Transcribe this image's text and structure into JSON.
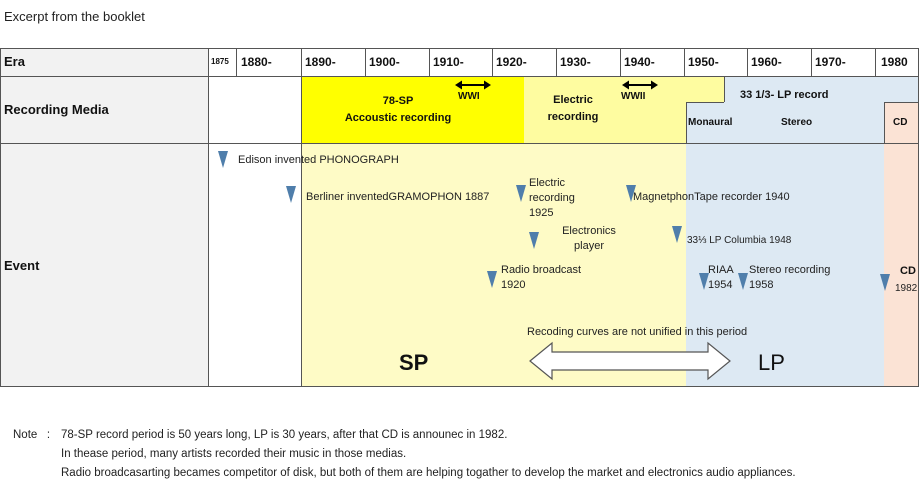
{
  "caption": "Excerpt from the booklet",
  "rows": {
    "era": "Era",
    "media": "Recording Media",
    "event": "Event"
  },
  "eras": [
    "1875",
    "1880-",
    "1890-",
    "1900-",
    "1910-",
    "1920-",
    "1930-",
    "1940-",
    "1950-",
    "1960-",
    "1970-",
    "1980"
  ],
  "media": {
    "sp78": "78-SP\nAccoustic recording",
    "electric": "Electric\nrecording",
    "lp": "33 1/3- LP record",
    "monaural": "Monaural",
    "stereo": "Stereo",
    "cd": "CD",
    "wwi": "WWI",
    "wwii": "WWII"
  },
  "events": [
    {
      "id": "edison",
      "text": "Edison invented PHONOGRAPH"
    },
    {
      "id": "berliner",
      "text": "Berliner inventedGRAMOPHON 1887"
    },
    {
      "id": "electric",
      "text": "Electric\nrecording\n1925"
    },
    {
      "id": "magnetphon",
      "text": "MagnetphonTape recorder 1940"
    },
    {
      "id": "electronics",
      "text": "Electronics\nplayer"
    },
    {
      "id": "lp-columbia",
      "text": "33⅓ LP Columbia 1948"
    },
    {
      "id": "radio",
      "text": "Radio broadcast\n1920"
    },
    {
      "id": "riaa",
      "text": "RIAA\n1954"
    },
    {
      "id": "stereo-rec",
      "text": "Stereo recording\n1958"
    },
    {
      "id": "cd",
      "text": "CD"
    },
    {
      "id": "cd-year",
      "text": "1982"
    }
  ],
  "curves_note": "Recoding curves are not unified in this period",
  "sp_label": "SP",
  "lp_label": "LP",
  "note_prefix": "Note   :",
  "notes": [
    "78-SP record period is 50 years long,  LP is 30 years, after that CD is announec in 1982.",
    "In thease period, many artists recorded their music in those medias.",
    "Radio broadcasarting becames competitor of disk, but both of them are helping togather to develop the market and electronics audio appliances."
  ],
  "colors": {
    "sp_bg": "#fefbc6",
    "sp78_media": "#ffff00",
    "electric_media": "#fefca0",
    "lp_bg": "#dde9f3",
    "cd_bg": "#fbe3d5",
    "era_bg": "#f2f2f2",
    "marker": "#4f7eab"
  }
}
